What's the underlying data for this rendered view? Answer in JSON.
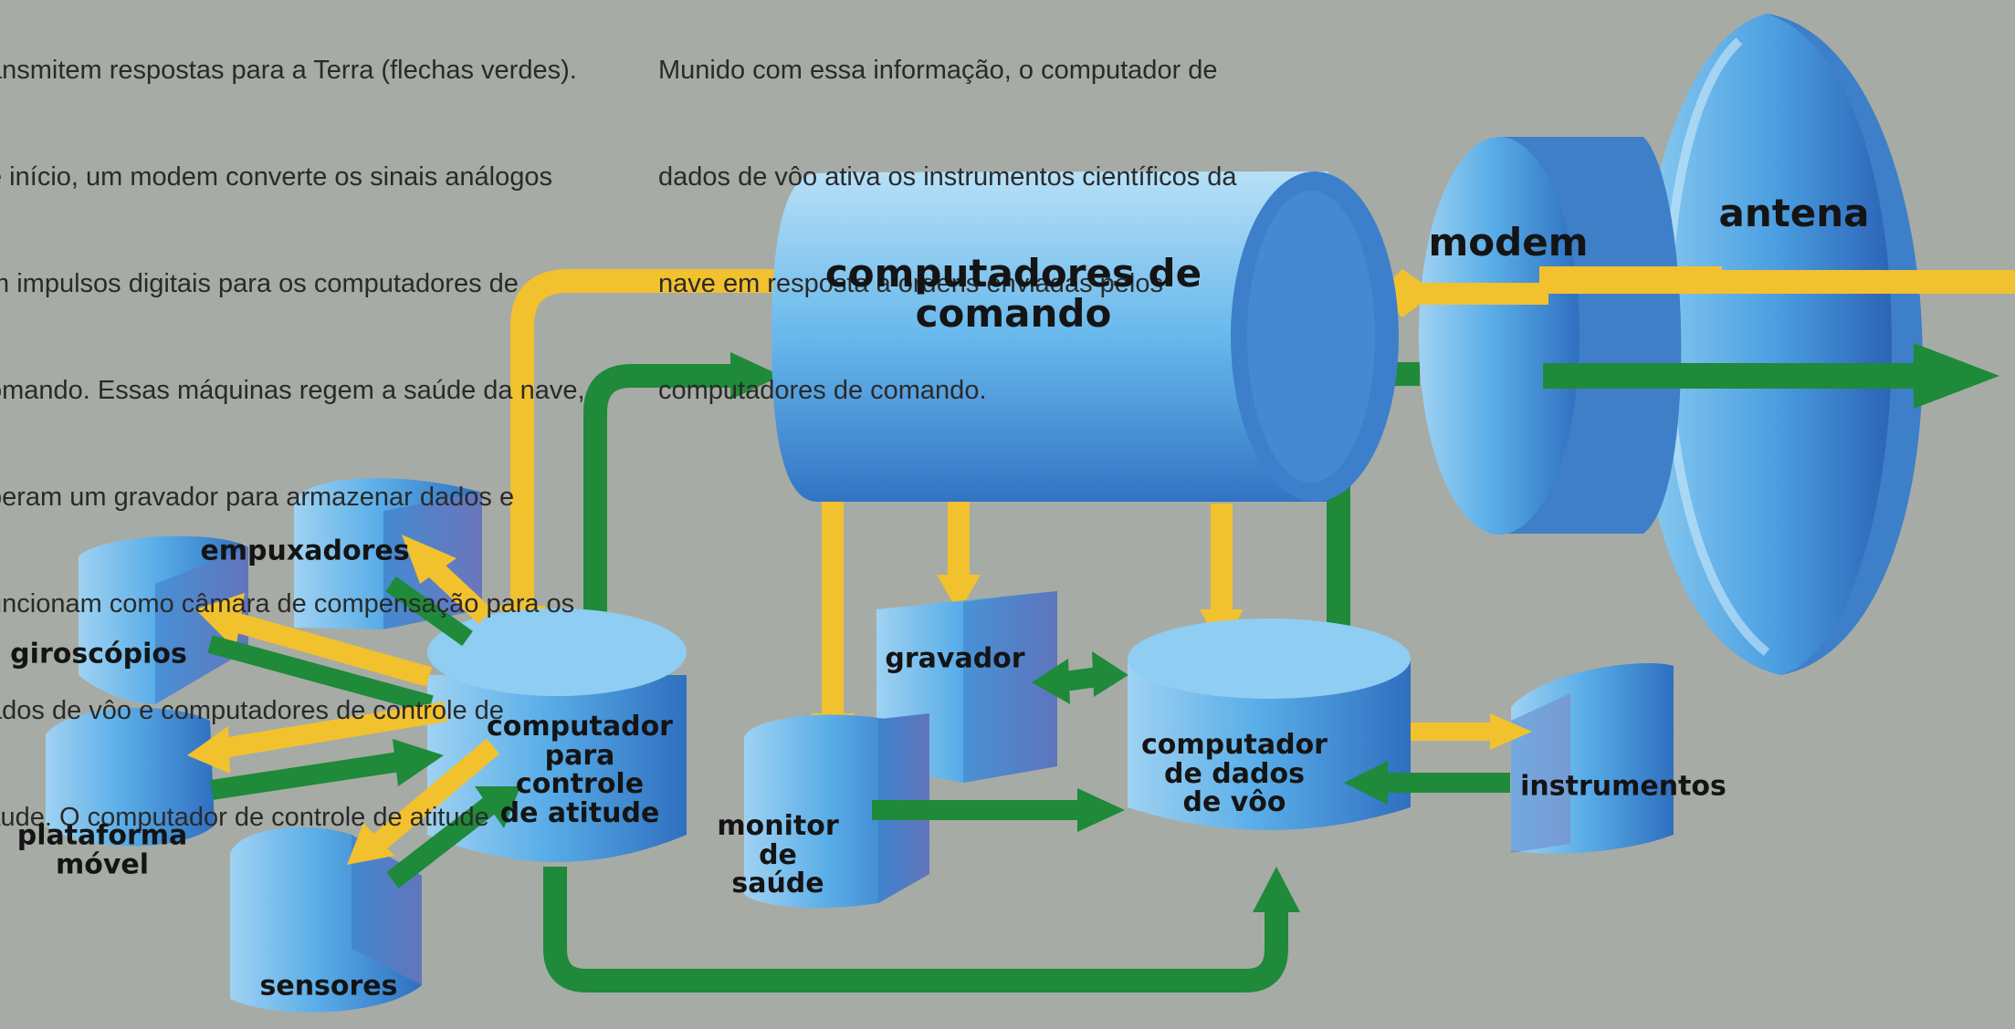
{
  "text": {
    "left_paragraph": [
      "ansmitem respostas para a Terra (flechas verdes).",
      "e início, um modem converte os sinais análogos",
      "m impulsos digitais para os computadores de",
      "omando. Essas máquinas regem a saúde da nave,",
      "peram um gravador para armazenar dados e",
      "uncionam como câmara de compensação para os",
      "ados de vôo e computadores de controle de",
      "itude. O computador de controle de atitude"
    ],
    "right_paragraph": [
      "Munido com essa informação, o computador de",
      "dados de vôo ativa os instrumentos científicos da",
      "nave em resposta a ordens enviadas pelos",
      "computadores de comando."
    ]
  },
  "labels": {
    "command": [
      "computadores de",
      "comando"
    ],
    "modem": "modem",
    "antenna": "antena",
    "thrusters": "empuxadores",
    "gyros": "giroscópios",
    "platform": [
      "plataforma",
      "móvel"
    ],
    "sensors": "sensores",
    "attitude": [
      "computador",
      "para",
      "controle",
      "de atitude"
    ],
    "recorder": "gravador",
    "health": [
      "monitor",
      "de",
      "saúde"
    ],
    "flight": [
      "computador",
      "de dados",
      "de vôo"
    ],
    "instruments": "instrumentos"
  },
  "colors": {
    "background": "#a7aba5",
    "component_blue": "#5aaee8",
    "command_arrow": "#f2c12e",
    "response_arrow": "#1e8a3a"
  },
  "icons": {
    "yellow_arrows": "command-flow-arrow",
    "green_arrows": "response-flow-arrow"
  }
}
